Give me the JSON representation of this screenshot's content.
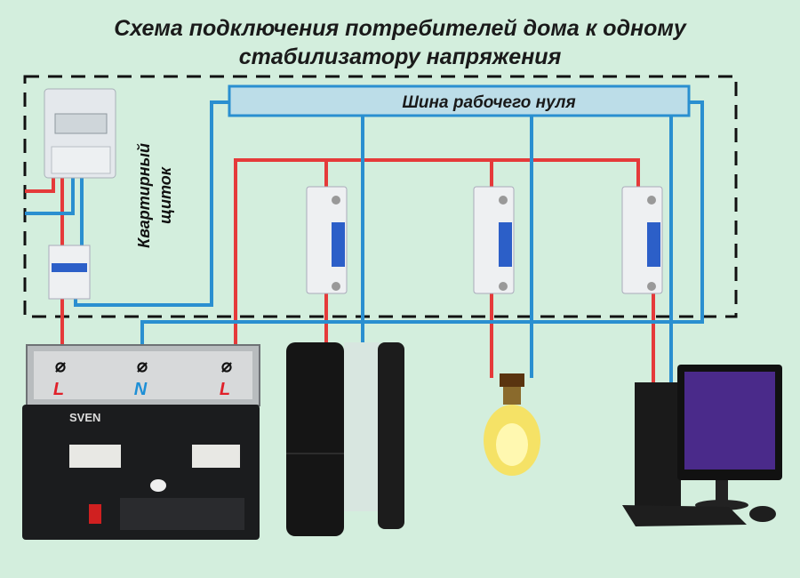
{
  "title": {
    "line1": "Схема подключения потребителей дома к одному",
    "line2": "стабилизатору напряжения"
  },
  "bus": {
    "label": "Шина рабочего нуля"
  },
  "panel": {
    "line1": "Квартирный",
    "line2": "щиток"
  },
  "stabilizer": {
    "brand": "SVEN",
    "terminals": [
      {
        "label": "L",
        "color": "#e0202a"
      },
      {
        "label": "N",
        "color": "#1e8fd6"
      },
      {
        "label": "L",
        "color": "#e0202a"
      }
    ]
  },
  "colors": {
    "phase": "#e53a3a",
    "neutral": "#2a8fd0",
    "background": "#d3eedd"
  }
}
